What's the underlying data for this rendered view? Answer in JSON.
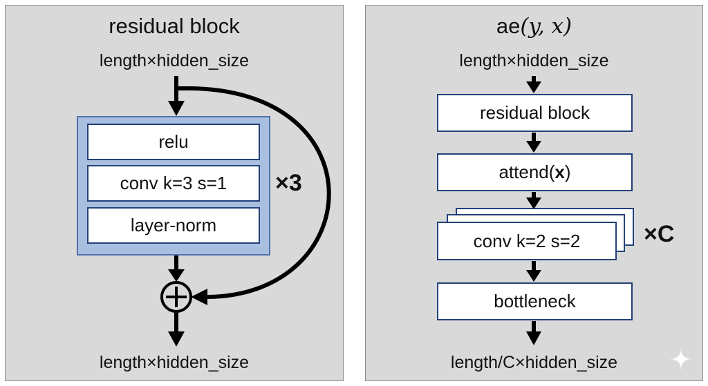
{
  "left_panel": {
    "title": "residual block",
    "input_label": "length×hidden_size",
    "output_label": "length×hidden_size",
    "layers": [
      "relu",
      "conv k=3 s=1",
      "layer-norm"
    ],
    "repeat": "×3",
    "add_symbol": "⊕"
  },
  "right_panel": {
    "title_fn": "ae",
    "title_args": "(y, x)",
    "input_label": "length×hidden_size",
    "output_label": "length/C×hidden_size",
    "blocks": {
      "residual": "residual block",
      "attend_prefix": "attend(",
      "attend_arg": "x",
      "attend_suffix": ")",
      "conv": "conv k=2 s=2",
      "bottleneck": "bottleneck"
    },
    "repeat": "×C"
  }
}
